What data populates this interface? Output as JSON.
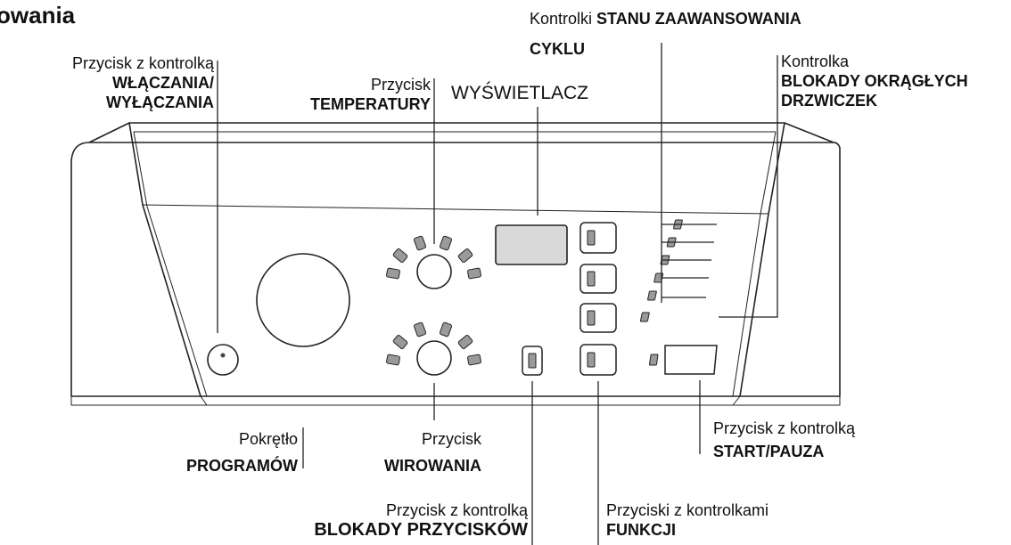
{
  "title": "owania",
  "labels": {
    "power": {
      "line1": "Przycisk z kontrolką",
      "line2": "WŁĄCZANIA/",
      "line3": "WYŁĄCZANIA"
    },
    "temperature": {
      "line1": "Przycisk",
      "line2": "TEMPERATURY"
    },
    "display": {
      "line1": "WYŚWIETLACZ"
    },
    "cycle": {
      "line1a": "Kontrolki",
      "line1b": "STANU ZAAWANSOWANIA",
      "line2": "CYKLU"
    },
    "door": {
      "line1": "Kontrolka",
      "line2": "BLOKADY OKRĄGŁYCH",
      "line3": "DRZWICZEK"
    },
    "program": {
      "line1": "Pokrętło",
      "line2": "PROGRAMÓW"
    },
    "spin": {
      "line1": "Przycisk",
      "line2": "WIROWANIA"
    },
    "start": {
      "line1": "Przycisk z kontrolką",
      "line2": "START/PAUZA"
    },
    "lock": {
      "line1": "Przycisk z kontrolką",
      "line2": "BLOKADY PRZYCISKÓW"
    },
    "functions": {
      "line1": "Przyciski z kontrolkami",
      "line2": "FUNKCJI"
    }
  },
  "colors": {
    "line": "#222222",
    "indicator": "#9a9a9a",
    "panel": "#ffffff"
  },
  "icons": {
    "power_button": "power-button",
    "program_knob": "program-knob"
  }
}
